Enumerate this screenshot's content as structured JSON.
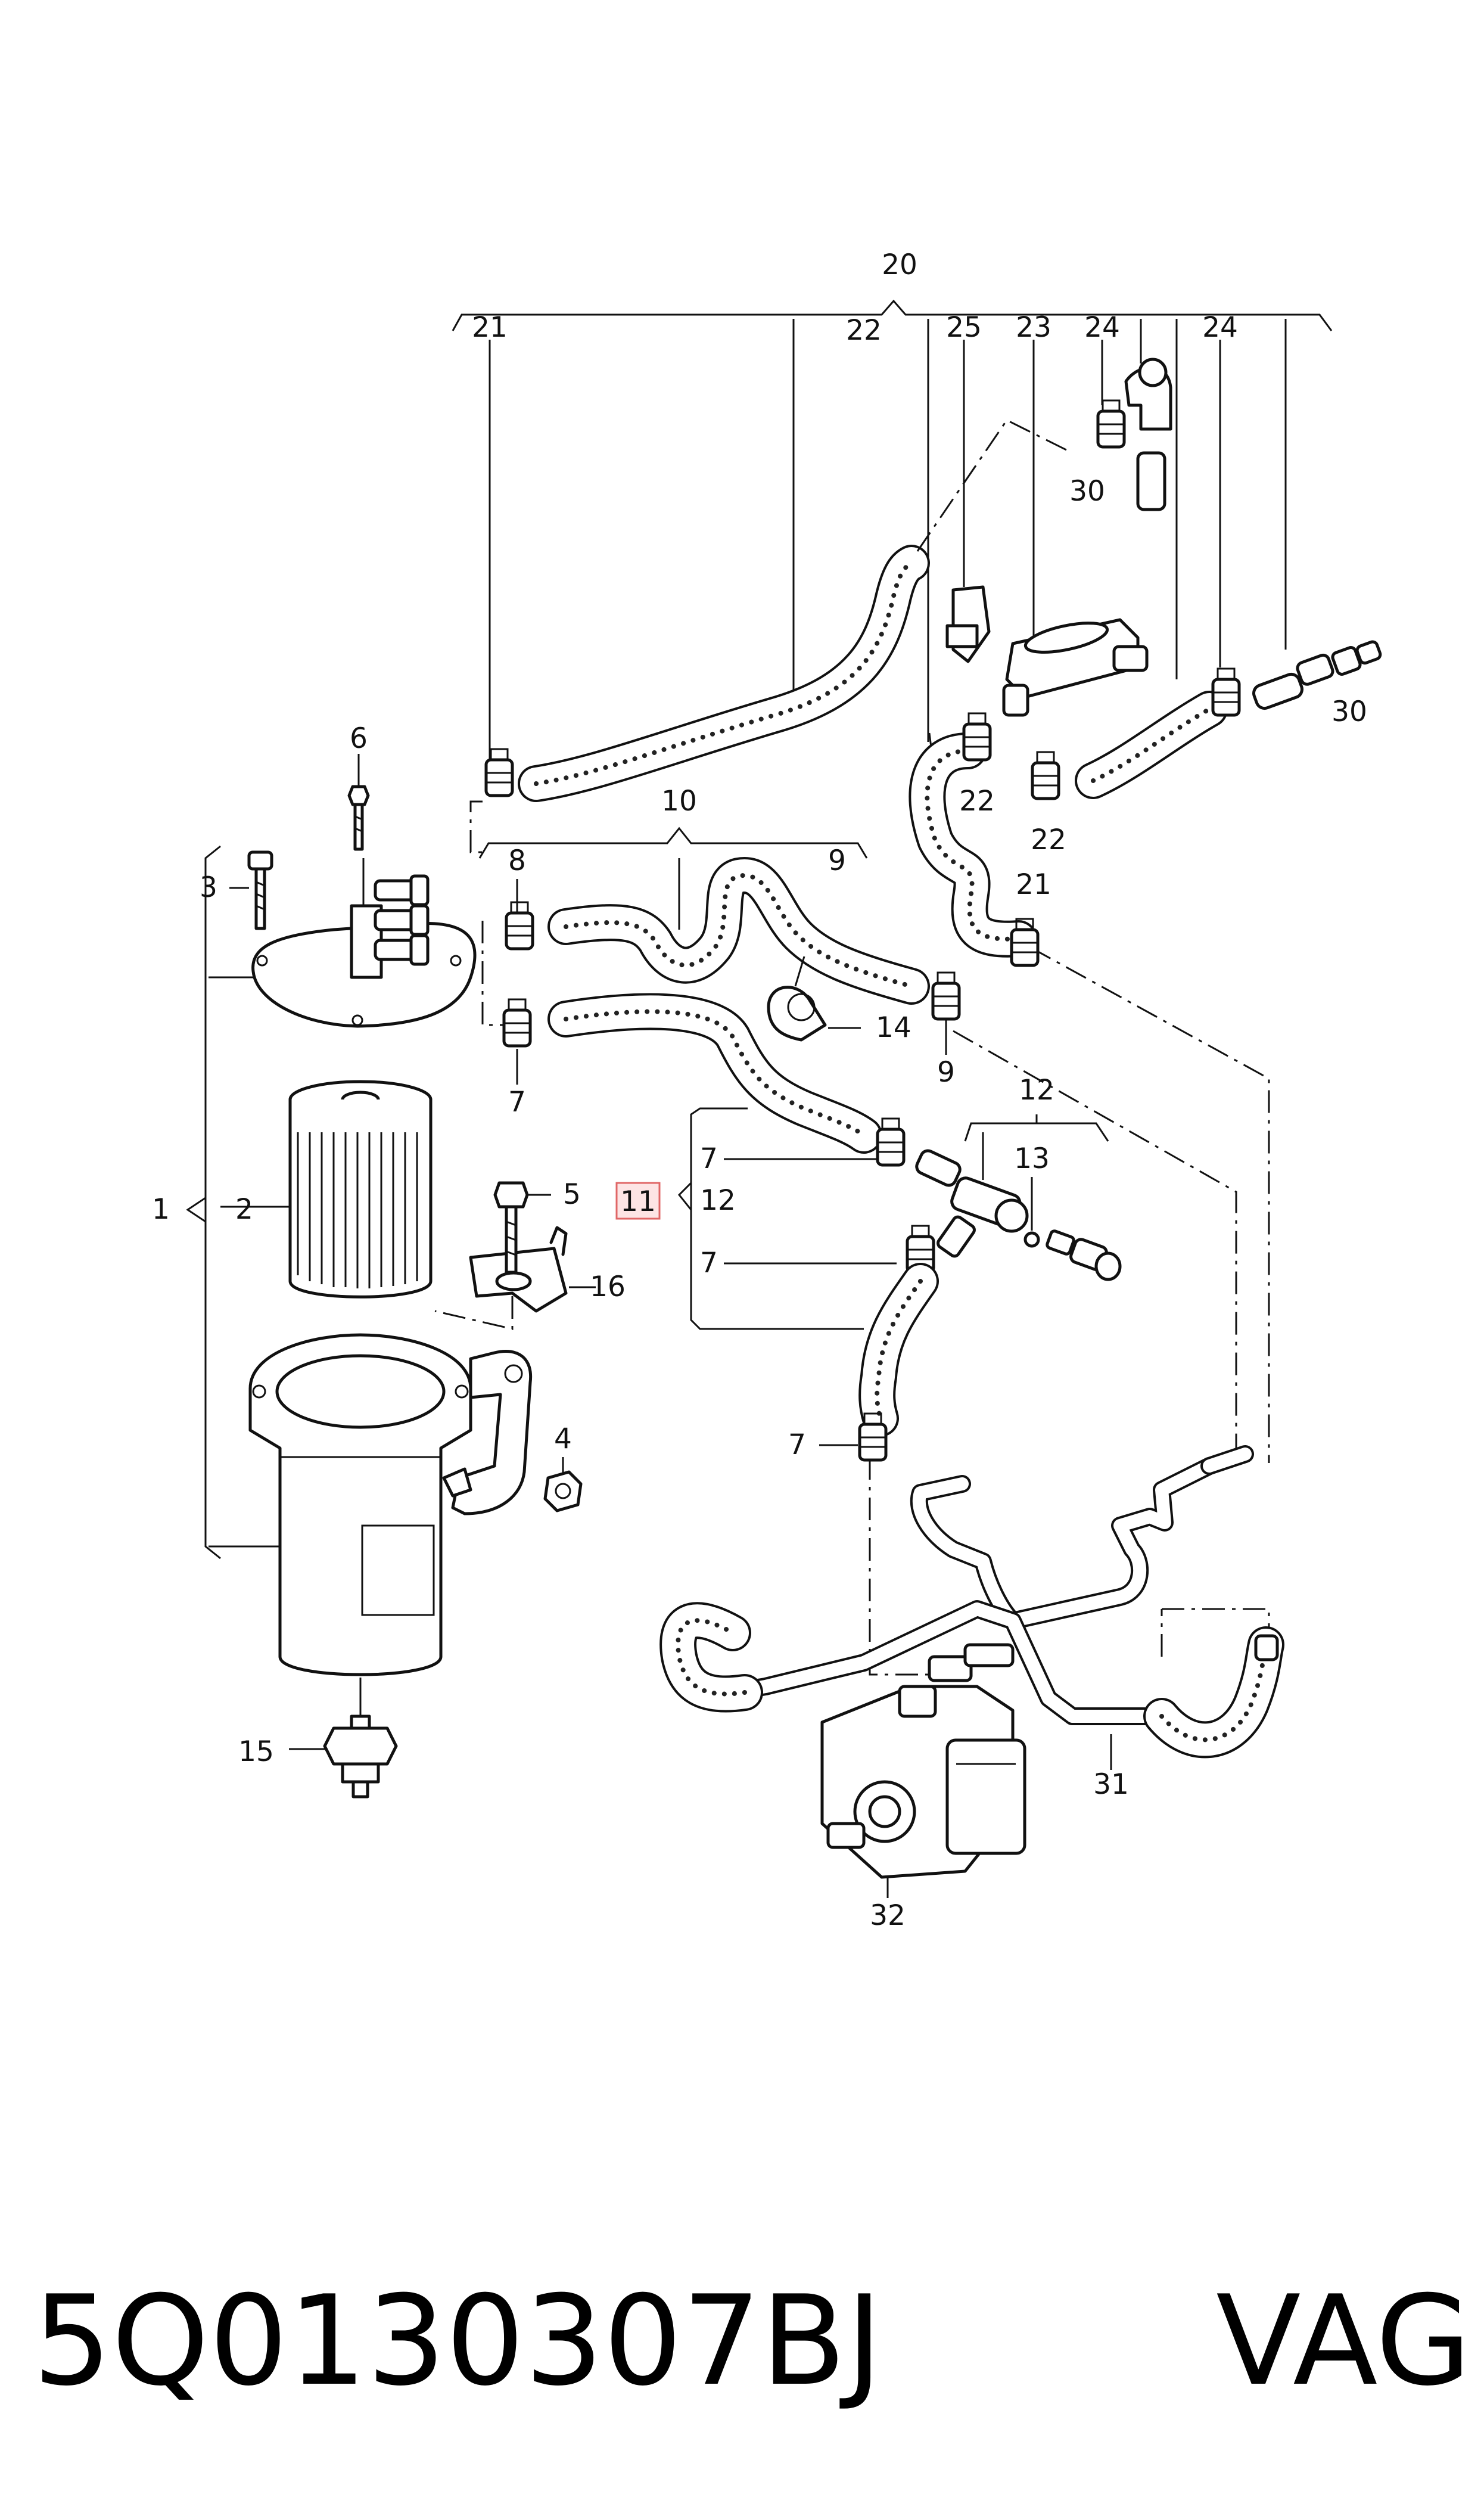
{
  "labels": {
    "n1": "1",
    "n2": "2",
    "n3": "3",
    "n4": "4",
    "n5": "5",
    "n6": "6",
    "n7": "7",
    "n8": "8",
    "n9": "9",
    "n10": "10",
    "n11": "11",
    "n12": "12",
    "n13": "13",
    "n14": "14",
    "n15": "15",
    "n16": "16",
    "n20": "20",
    "n21": "21",
    "n22": "22",
    "n23": "23",
    "n24": "24",
    "n25": "25",
    "n30": "30",
    "n31": "31",
    "n32": "32"
  },
  "highlighted_label": "11",
  "footer": {
    "part_number": "5Q0130307BJ",
    "brand": "VAG"
  },
  "colors": {
    "highlight_fill": "#fde4e4",
    "highlight_border": "#e06666",
    "line": "#111111"
  }
}
